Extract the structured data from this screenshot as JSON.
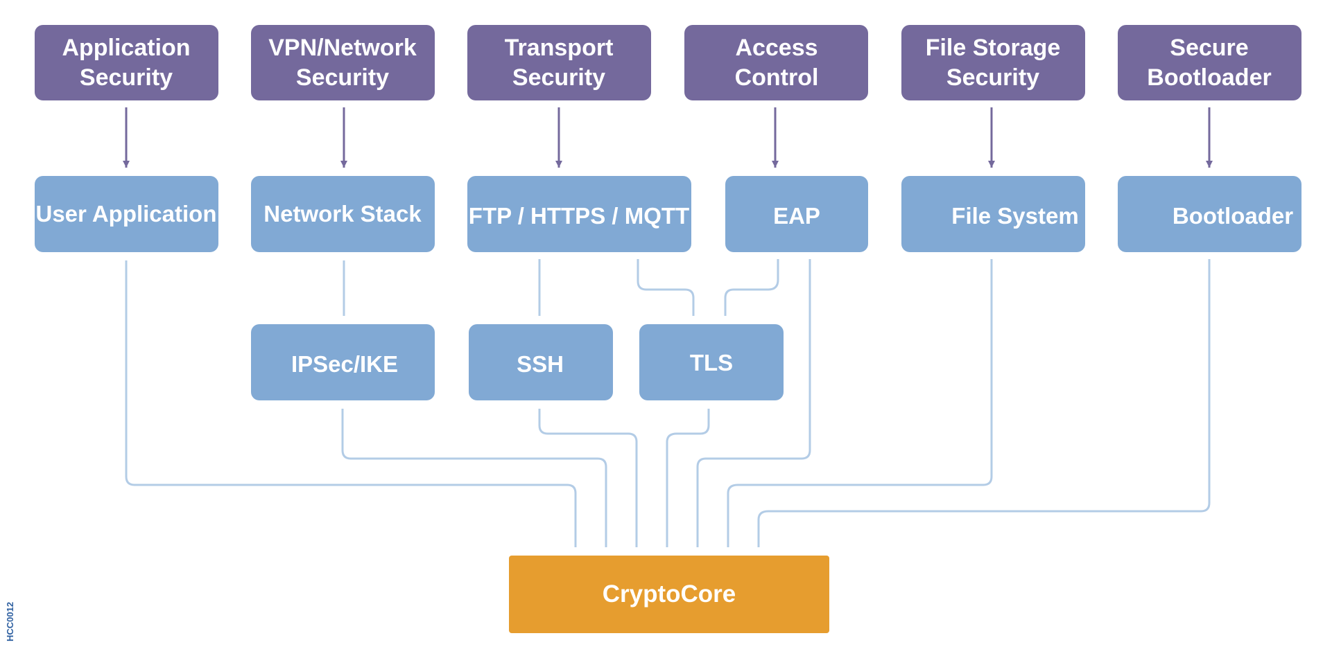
{
  "colors": {
    "security_layer": "#74699C",
    "component": "#81A9D4",
    "core": "#E69D2F",
    "arrow": "#74699C",
    "connector": "#B3CCE6",
    "label_text": "#FFFFFF",
    "doc_code": "#2D5FA0"
  },
  "security_layers": [
    {
      "line1": "Application",
      "line2": "Security"
    },
    {
      "line1": "VPN/Network",
      "line2": "Security"
    },
    {
      "line1": "Transport",
      "line2": "Security"
    },
    {
      "line1": "Access",
      "line2": "Control"
    },
    {
      "line1": "File Storage",
      "line2": "Security"
    },
    {
      "line1": "Secure",
      "line2": "Bootloader"
    }
  ],
  "components": {
    "user_application": "User Application",
    "network_stack": "Network Stack",
    "ftp_https_mqtt": "FTP / HTTPS / MQTT",
    "eap": "EAP",
    "file_system": "File System",
    "bootloader": "Bootloader",
    "ipsec_ike": "IPSec/IKE",
    "ssh": "SSH",
    "tls": "TLS"
  },
  "core": {
    "label": "CryptoCore"
  },
  "doc_code": "HCC0012"
}
